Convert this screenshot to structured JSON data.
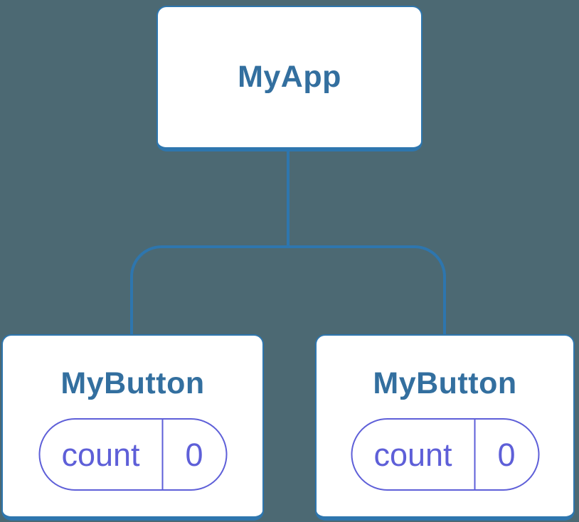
{
  "colors": {
    "bg": "#4C6973",
    "stroke-blue": "#2E76AE",
    "title-blue": "#336F9F",
    "state-purple": "#5E5FD8",
    "box-fill": "#FFFFFF"
  },
  "diagram": {
    "root": {
      "title": "MyApp"
    },
    "children": [
      {
        "title": "MyButton",
        "state": {
          "label": "count",
          "value": "0"
        }
      },
      {
        "title": "MyButton",
        "state": {
          "label": "count",
          "value": "0"
        }
      }
    ]
  }
}
